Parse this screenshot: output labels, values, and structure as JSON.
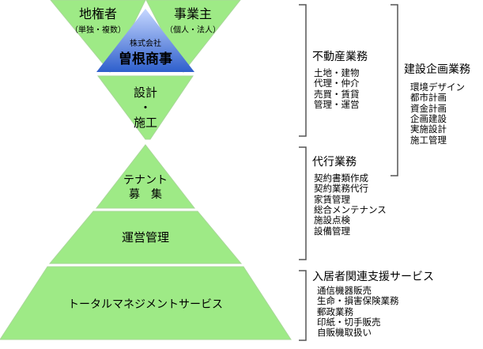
{
  "colors": {
    "green": "#9EEA86",
    "green_edge": "#A8D898",
    "blue_top": "#C6D7FF",
    "blue_bottom": "#2E5FCC",
    "bracket": "#555555"
  },
  "diagram": {
    "landowner": {
      "title": "地権者",
      "sub": "（単独・複数）"
    },
    "client": {
      "title": "事業主",
      "sub": "（個人・法人）"
    },
    "company": {
      "small": "株式会社",
      "name": "曽根商事"
    },
    "design": {
      "line1": "設計",
      "line2": "・",
      "line3": "施工"
    },
    "tenant": {
      "line1": "テナント",
      "line2": "募　集"
    },
    "operation": {
      "label": "運営管理"
    },
    "total": {
      "label": "トータルマネジメントサービス"
    }
  },
  "panel": {
    "real_estate": {
      "heading": "不動産業務",
      "items": [
        "土地・建物",
        "代理・仲介",
        "売買・賃貸",
        "管理・運営"
      ]
    },
    "construction": {
      "heading": "建設企画業務",
      "items": [
        "環境デザイン",
        "都市計画",
        "資金計画",
        "企画建設",
        "実施設計",
        "施工管理"
      ]
    },
    "agency": {
      "heading": "代行業務",
      "items": [
        "契約書類作成",
        "契約業務代行",
        "家賃管理",
        "総合メンテナンス",
        "施設点検",
        "設備管理"
      ]
    },
    "resident": {
      "heading": "入居者関連支援サービス",
      "items": [
        "通信機器販売",
        "生命・損害保険業務",
        "郵政業務",
        "印紙・切手販売",
        "自販機取扱い"
      ]
    }
  }
}
